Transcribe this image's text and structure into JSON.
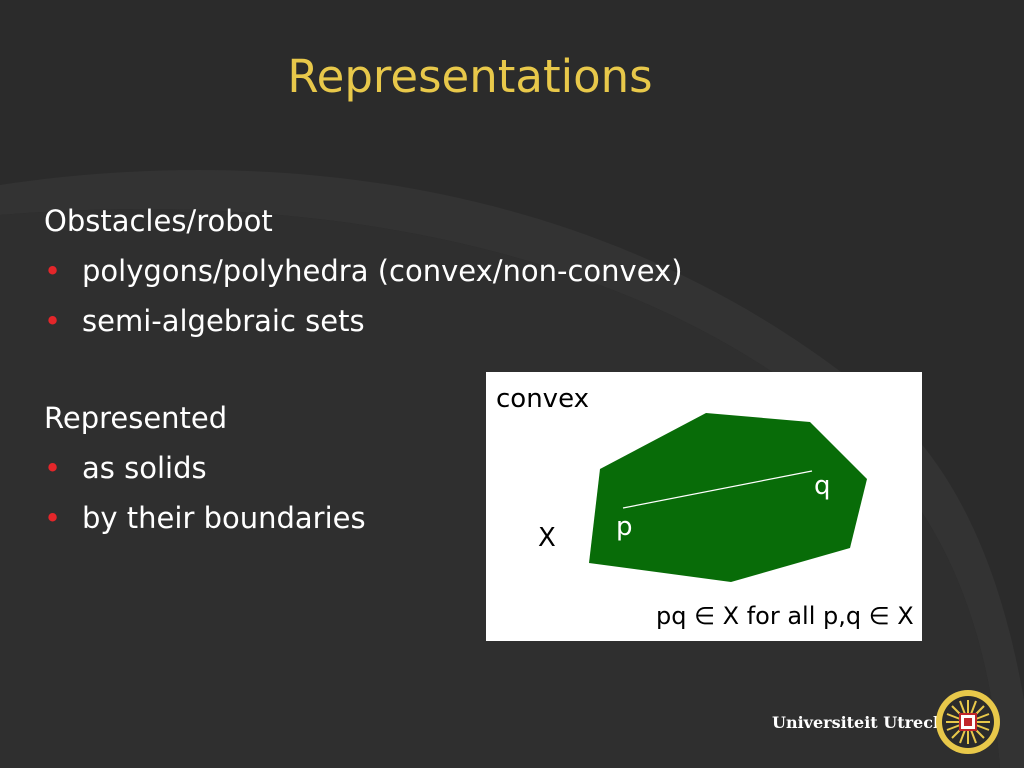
{
  "slide": {
    "title": "Representations",
    "section1": {
      "heading": "Obstacles/robot",
      "bullets": [
        "polygons/polyhedra (convex/non-convex)",
        "semi-algebraic sets"
      ]
    },
    "section2": {
      "heading": "Represented",
      "bullets": [
        "as solids",
        "by their boundaries"
      ]
    },
    "bullet_glyph": "•",
    "colors": {
      "background": "#2b2b2b",
      "title": "#e8c84a",
      "bullet": "#e4262a",
      "polygon_fill": "#086c08",
      "text": "#ffffff"
    }
  },
  "diagram": {
    "caption": "convex",
    "set_label": "X",
    "point_p": "p",
    "point_q": "q",
    "formula": "pq ∈ X for all p,q ∈ X"
  },
  "footer": {
    "institution": "Universiteit Utrecht",
    "logo_icon": "university-seal-icon"
  }
}
